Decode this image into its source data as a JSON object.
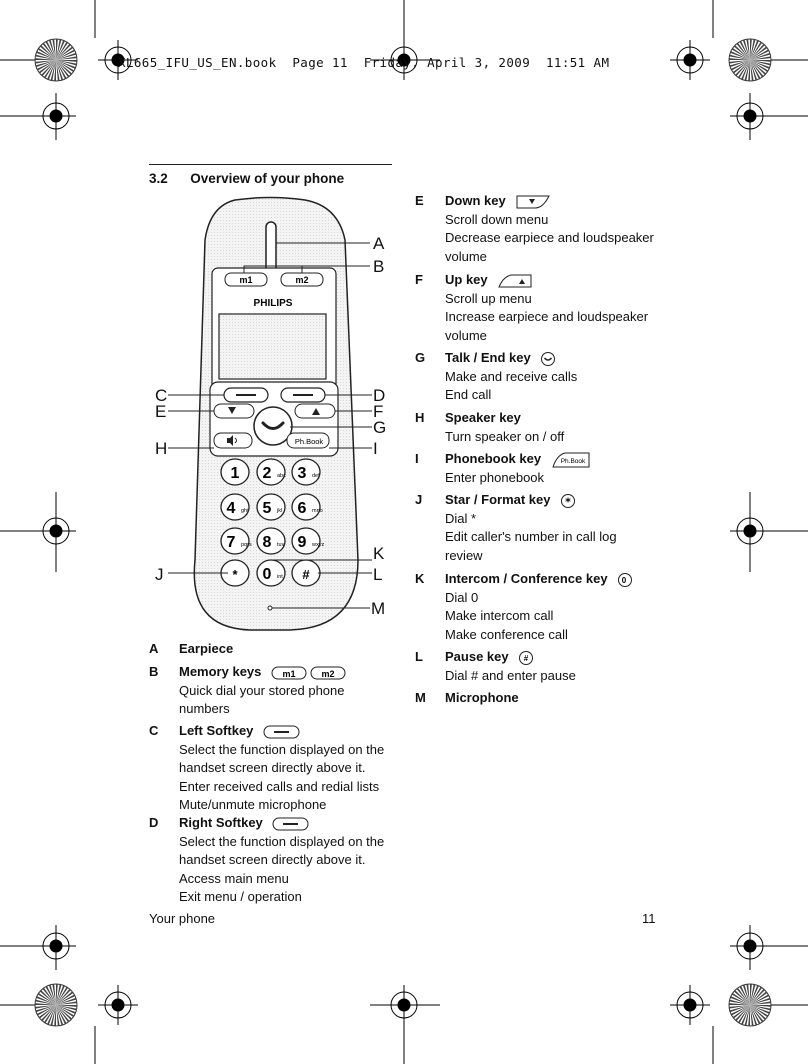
{
  "header": {
    "book_stamp": "XL665_IFU_US_EN.book  Page 11  Friday, April 3, 2009  11:51 AM"
  },
  "section": {
    "number": "3.2",
    "title": "Overview of your phone"
  },
  "phone": {
    "brand": "PHILIPS",
    "memory_keys": [
      "m1",
      "m2"
    ],
    "phonebook_key": "Ph.Book",
    "keypad": [
      {
        "digit": "1",
        "sub": ""
      },
      {
        "digit": "2",
        "sub": "abc"
      },
      {
        "digit": "3",
        "sub": "def"
      },
      {
        "digit": "4",
        "sub": "ghi"
      },
      {
        "digit": "5",
        "sub": "jkl"
      },
      {
        "digit": "6",
        "sub": "mno"
      },
      {
        "digit": "7",
        "sub": "pqrs"
      },
      {
        "digit": "8",
        "sub": "tuv"
      },
      {
        "digit": "9",
        "sub": "wxyz"
      },
      {
        "digit": "*",
        "sub": ""
      },
      {
        "digit": "0",
        "sub": "int"
      },
      {
        "digit": "#",
        "sub": ""
      }
    ],
    "labels": [
      "A",
      "B",
      "C",
      "D",
      "E",
      "F",
      "G",
      "H",
      "I",
      "J",
      "K",
      "L",
      "M"
    ]
  },
  "left_items": [
    {
      "letter": "A",
      "name": "Earpiece",
      "lines": []
    },
    {
      "letter": "B",
      "name": "Memory keys",
      "lines": [
        "Quick dial your stored phone",
        "numbers"
      ]
    },
    {
      "letter": "C",
      "name": "Left Softkey",
      "lines": [
        "Select the function displayed on the",
        "handset screen directly above it.",
        "Enter received calls and redial lists",
        "Mute/unmute microphone"
      ]
    },
    {
      "letter": "D",
      "name": "Right Softkey",
      "lines": [
        "Select the function displayed on the",
        "handset screen directly above it.",
        "Access main menu",
        "Exit menu / operation"
      ]
    }
  ],
  "right_items": [
    {
      "letter": "E",
      "name": "Down key",
      "lines": [
        "Scroll down menu",
        "Decrease earpiece and loudspeaker",
        "volume"
      ]
    },
    {
      "letter": "F",
      "name": "Up key",
      "lines": [
        "Scroll up menu",
        "Increase earpiece and loudspeaker",
        "volume"
      ]
    },
    {
      "letter": "G",
      "name": "Talk / End key",
      "lines": [
        "Make and receive calls",
        "End call"
      ]
    },
    {
      "letter": "H",
      "name": "Speaker key",
      "lines": [
        "Turn speaker on / off"
      ]
    },
    {
      "letter": "I",
      "name": "Phonebook key",
      "lines": [
        "Enter phonebook"
      ]
    },
    {
      "letter": "J",
      "name": "Star / Format key",
      "lines": [
        "Dial *",
        "Edit caller's number in call log",
        "review"
      ]
    },
    {
      "letter": "K",
      "name": "Intercom / Conference key",
      "lines": [
        "Dial 0",
        "Make intercom call",
        "Make conference call"
      ]
    },
    {
      "letter": "L",
      "name": "Pause key",
      "lines": [
        "Dial # and enter pause"
      ]
    },
    {
      "letter": "M",
      "name": "Microphone",
      "lines": []
    }
  ],
  "footer": {
    "left": "Your phone",
    "page_number": "11"
  }
}
